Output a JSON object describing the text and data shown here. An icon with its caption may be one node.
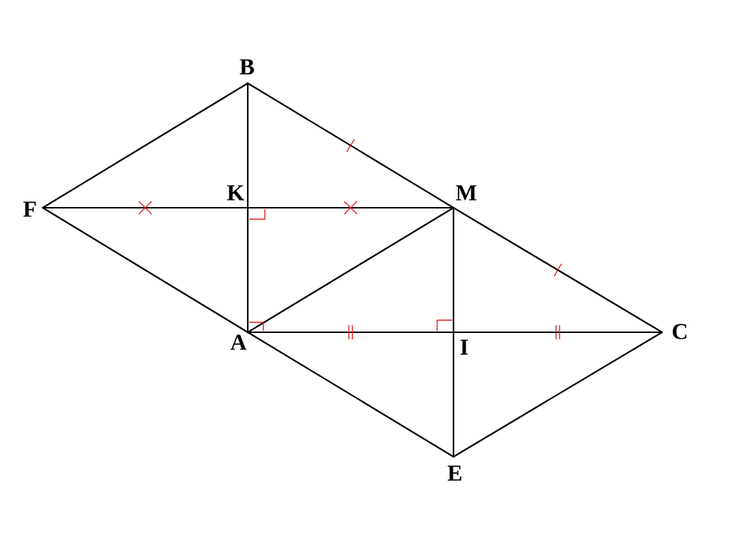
{
  "diagram": {
    "nodes": [
      {
        "text": [
          "B"
        ]
      },
      {
        "text": [
          "F"
        ]
      },
      {
        "text": [
          "K"
        ]
      },
      {
        "text": [
          "M"
        ]
      },
      {
        "text": [
          "A"
        ]
      },
      {
        "text": [
          "I"
        ]
      },
      {
        "text": [
          "C"
        ]
      },
      {
        "text": [
          "E"
        ]
      }
    ],
    "edges": [
      {
        "from": 1,
        "to": 0,
        "arrow": "none"
      },
      {
        "from": 0,
        "to": 3,
        "arrow": "none"
      },
      {
        "from": 3,
        "to": 6,
        "arrow": "none"
      },
      {
        "from": 6,
        "to": 7,
        "arrow": "none"
      },
      {
        "from": 7,
        "to": 4,
        "arrow": "none"
      },
      {
        "from": 4,
        "to": 1,
        "arrow": "none"
      },
      {
        "from": 1,
        "to": 2,
        "arrow": "none"
      },
      {
        "from": 2,
        "to": 3,
        "arrow": "none"
      },
      {
        "from": 0,
        "to": 2,
        "arrow": "none"
      },
      {
        "from": 2,
        "to": 4,
        "arrow": "none"
      },
      {
        "from": 4,
        "to": 3,
        "arrow": "none"
      },
      {
        "from": 3,
        "to": 5,
        "arrow": "none"
      },
      {
        "from": 5,
        "to": 7,
        "arrow": "none"
      },
      {
        "from": 4,
        "to": 5,
        "arrow": "none"
      },
      {
        "from": 5,
        "to": 6,
        "arrow": "none"
      }
    ]
  }
}
